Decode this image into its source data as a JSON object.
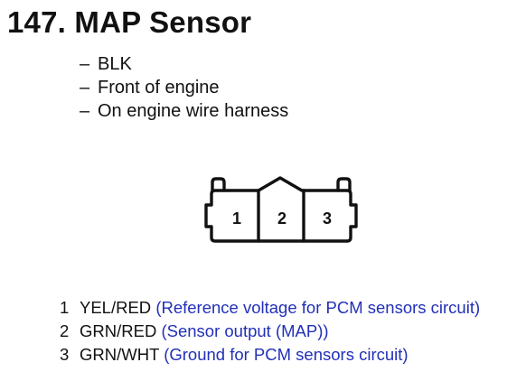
{
  "title": "147. MAP Sensor",
  "notes": [
    "BLK",
    "Front of engine",
    "On engine wire harness"
  ],
  "connector": {
    "terminals": [
      "1",
      "2",
      "3"
    ]
  },
  "pins": [
    {
      "num": "1",
      "wire": "YEL/RED",
      "desc": "(Reference voltage for PCM sensors circuit)"
    },
    {
      "num": "2",
      "wire": "GRN/RED",
      "desc": "(Sensor output (MAP))"
    },
    {
      "num": "3",
      "wire": "GRN/WHT",
      "desc": "(Ground for PCM sensors circuit)"
    }
  ],
  "colors": {
    "text": "#111111",
    "description": "#2230b8"
  }
}
